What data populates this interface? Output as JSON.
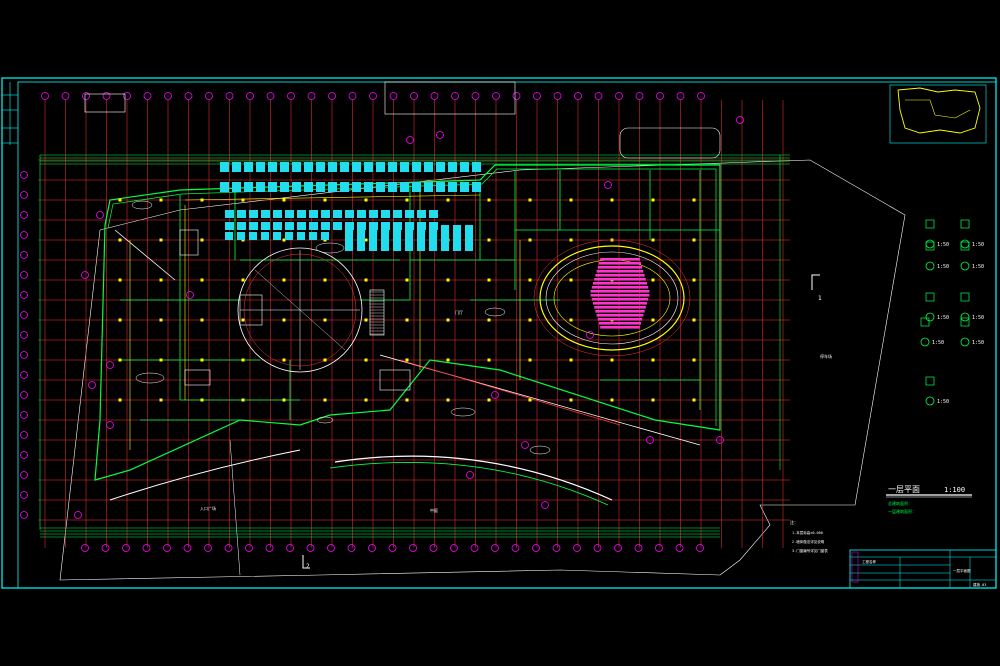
{
  "drawing": {
    "title": "一层平面",
    "scale": "1:100",
    "title_note_1": "总建筑面积：",
    "title_note_2": "一层建筑面积：",
    "key_plan_label": "",
    "room_labels": {
      "plaza": "入口广场",
      "hall": "中庭",
      "lobby": "门厅",
      "parking": "停车场"
    },
    "detail_scales": [
      "1:50",
      "1:50",
      "1:50",
      "1:50",
      "1:50",
      "1:50",
      "1:50",
      "1:50",
      "1:50"
    ],
    "notes_heading": "注：",
    "notes": [
      "1.本层标高±0.000",
      "2.墙体做法详见说明",
      "3.门窗编号详见门窗表"
    ],
    "title_block": {
      "project": "工程名称",
      "sheet": "一层平面图",
      "number": "建施-03"
    },
    "section_marks": [
      "1",
      "2"
    ]
  },
  "colors": {
    "frame": "#00ffff",
    "grid": "#ff3333",
    "walls": "#00ff44",
    "bubbles": "#ff00ff",
    "seating": "#ff33cc",
    "tables": "#22ddee",
    "yellow": "#ffff00",
    "white": "#ffffff"
  }
}
